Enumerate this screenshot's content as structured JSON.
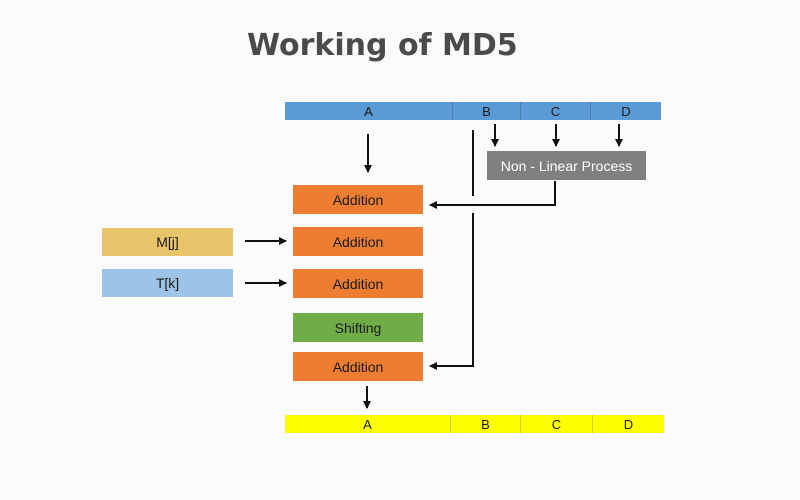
{
  "title": "Working of MD5",
  "top_register": {
    "a": "A",
    "b": "B",
    "c": "C",
    "d": "D"
  },
  "bottom_register": {
    "a": "A",
    "b": "B",
    "c": "C",
    "d": "D"
  },
  "nonlinear_label": "Non - Linear Process",
  "inputs": {
    "m": "M[j]",
    "t": "T[k]"
  },
  "operations": {
    "add1": "Addition",
    "add2": "Addition",
    "add3": "Addition",
    "shift": "Shifting",
    "add4": "Addition"
  },
  "colors": {
    "top_register": "#5b9bd5",
    "bottom_register": "#ffff00",
    "addition": "#ed7d31",
    "shifting": "#70ad47",
    "nonlinear": "#808080",
    "m_input": "#e8c46a",
    "t_input": "#9dc3e6"
  }
}
